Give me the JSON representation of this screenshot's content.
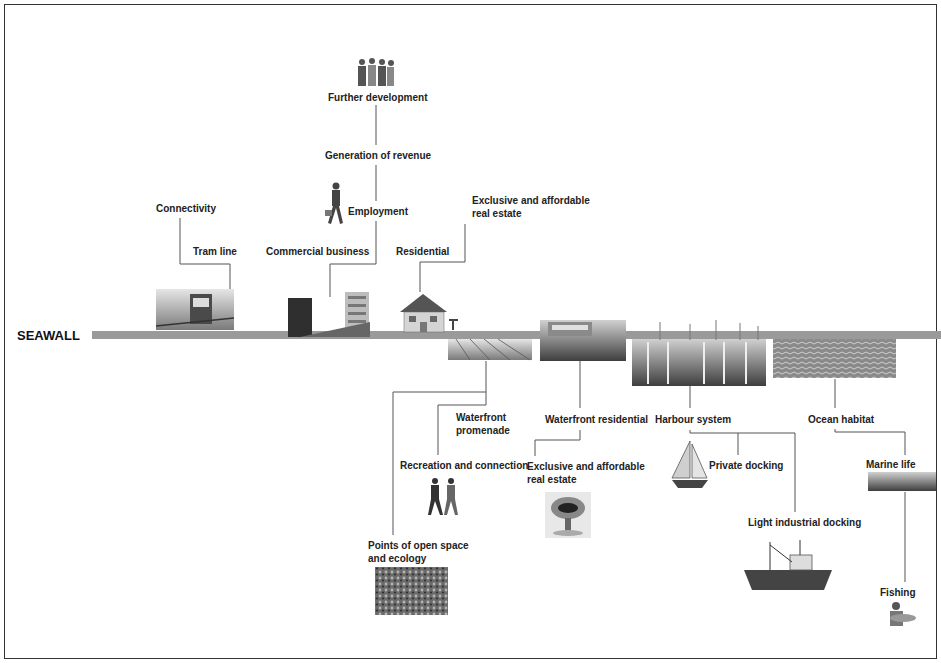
{
  "diagram": {
    "labels": [
      "Further development",
      "Generation of revenue",
      "Employment",
      "Connectivity",
      "Tram line",
      "Commercial business",
      "Residential",
      "Exclusive and affordable real estate",
      "SEAWALL",
      "Waterfront promenade",
      "Waterfront residential",
      "Harbour system",
      "Ocean habitat",
      "Recreation and connection",
      "Exclusive and affordable real estate",
      "Private docking",
      "Marine life",
      "Points of open space and ecology",
      "Light industrial docking",
      "Fishing"
    ]
  }
}
